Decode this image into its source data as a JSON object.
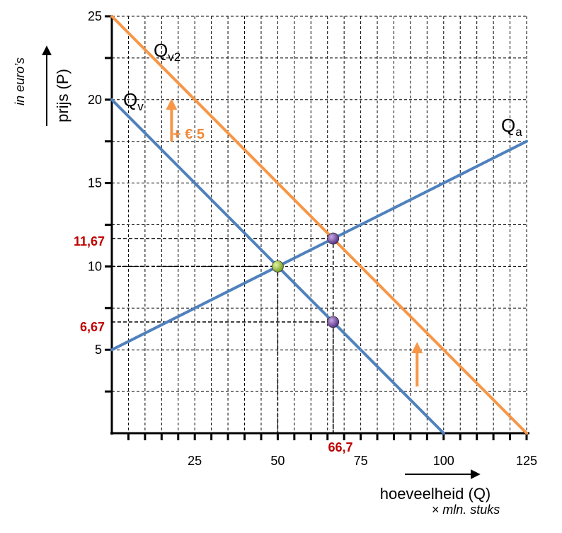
{
  "chart_data": {
    "type": "line",
    "xlim": [
      0,
      125
    ],
    "ylim": [
      0,
      25
    ],
    "x_ticks": [
      25,
      50,
      75,
      100,
      125
    ],
    "y_ticks": [
      5,
      10,
      15,
      20,
      25
    ],
    "grid": true,
    "xlabel": "hoeveelheid (Q)",
    "x_unit": "× mln. stuks",
    "ylabel": "prijs (P)",
    "y_unit": "in euro’s",
    "series": [
      {
        "name": "Q",
        "sub": "v",
        "color": "#4f81bd",
        "x": [
          0,
          100
        ],
        "y": [
          20,
          0
        ]
      },
      {
        "name": "Q",
        "sub": "v2",
        "color": "#f79646",
        "x": [
          0,
          125
        ],
        "y": [
          25,
          0
        ]
      },
      {
        "name": "Q",
        "sub": "a",
        "color": "#4f81bd",
        "x": [
          0,
          125
        ],
        "y": [
          5,
          17.5
        ]
      }
    ],
    "points": [
      {
        "x": 50,
        "y": 10,
        "color": "#9acd32"
      },
      {
        "x": 66.7,
        "y": 11.67,
        "color": "#7b4fa6"
      },
      {
        "x": 66.7,
        "y": 6.67,
        "color": "#7b4fa6"
      }
    ],
    "annotations": {
      "price_high": "11,67",
      "price_low": "6,67",
      "quantity": "66,7",
      "shift": "+ € 5"
    }
  }
}
